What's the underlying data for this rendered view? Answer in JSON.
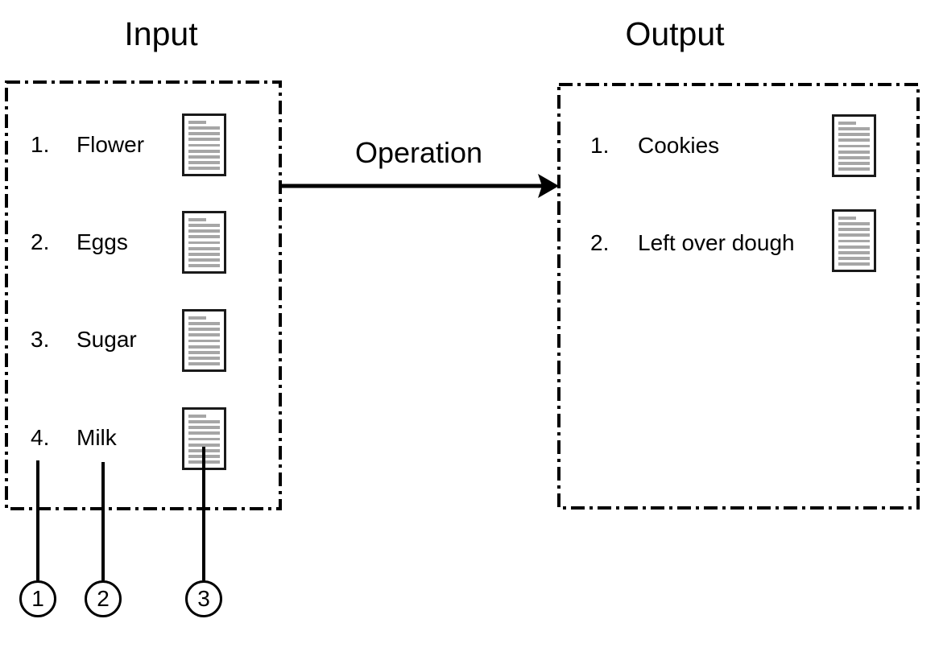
{
  "diagram": {
    "title_input": "Input",
    "title_output": "Output",
    "operation_label": "Operation",
    "arrow_icon": "right-arrow-icon",
    "document_icon_name": "document-icon",
    "colors": {
      "stroke": "#000000",
      "doc_border": "#1a1a1a",
      "doc_line": "#a6a6a6",
      "background": "#ffffff"
    }
  },
  "input_group": {
    "name": "Input",
    "items": [
      {
        "number": "1.",
        "label": "Flower"
      },
      {
        "number": "2.",
        "label": "Eggs"
      },
      {
        "number": "3.",
        "label": "Sugar"
      },
      {
        "number": "4.",
        "label": "Milk"
      }
    ]
  },
  "output_group": {
    "name": "Output",
    "items": [
      {
        "number": "1.",
        "label": "Cookies"
      },
      {
        "number": "2.",
        "label": "Left over dough"
      }
    ]
  },
  "callouts": [
    {
      "number": "1"
    },
    {
      "number": "2"
    },
    {
      "number": "3"
    }
  ]
}
